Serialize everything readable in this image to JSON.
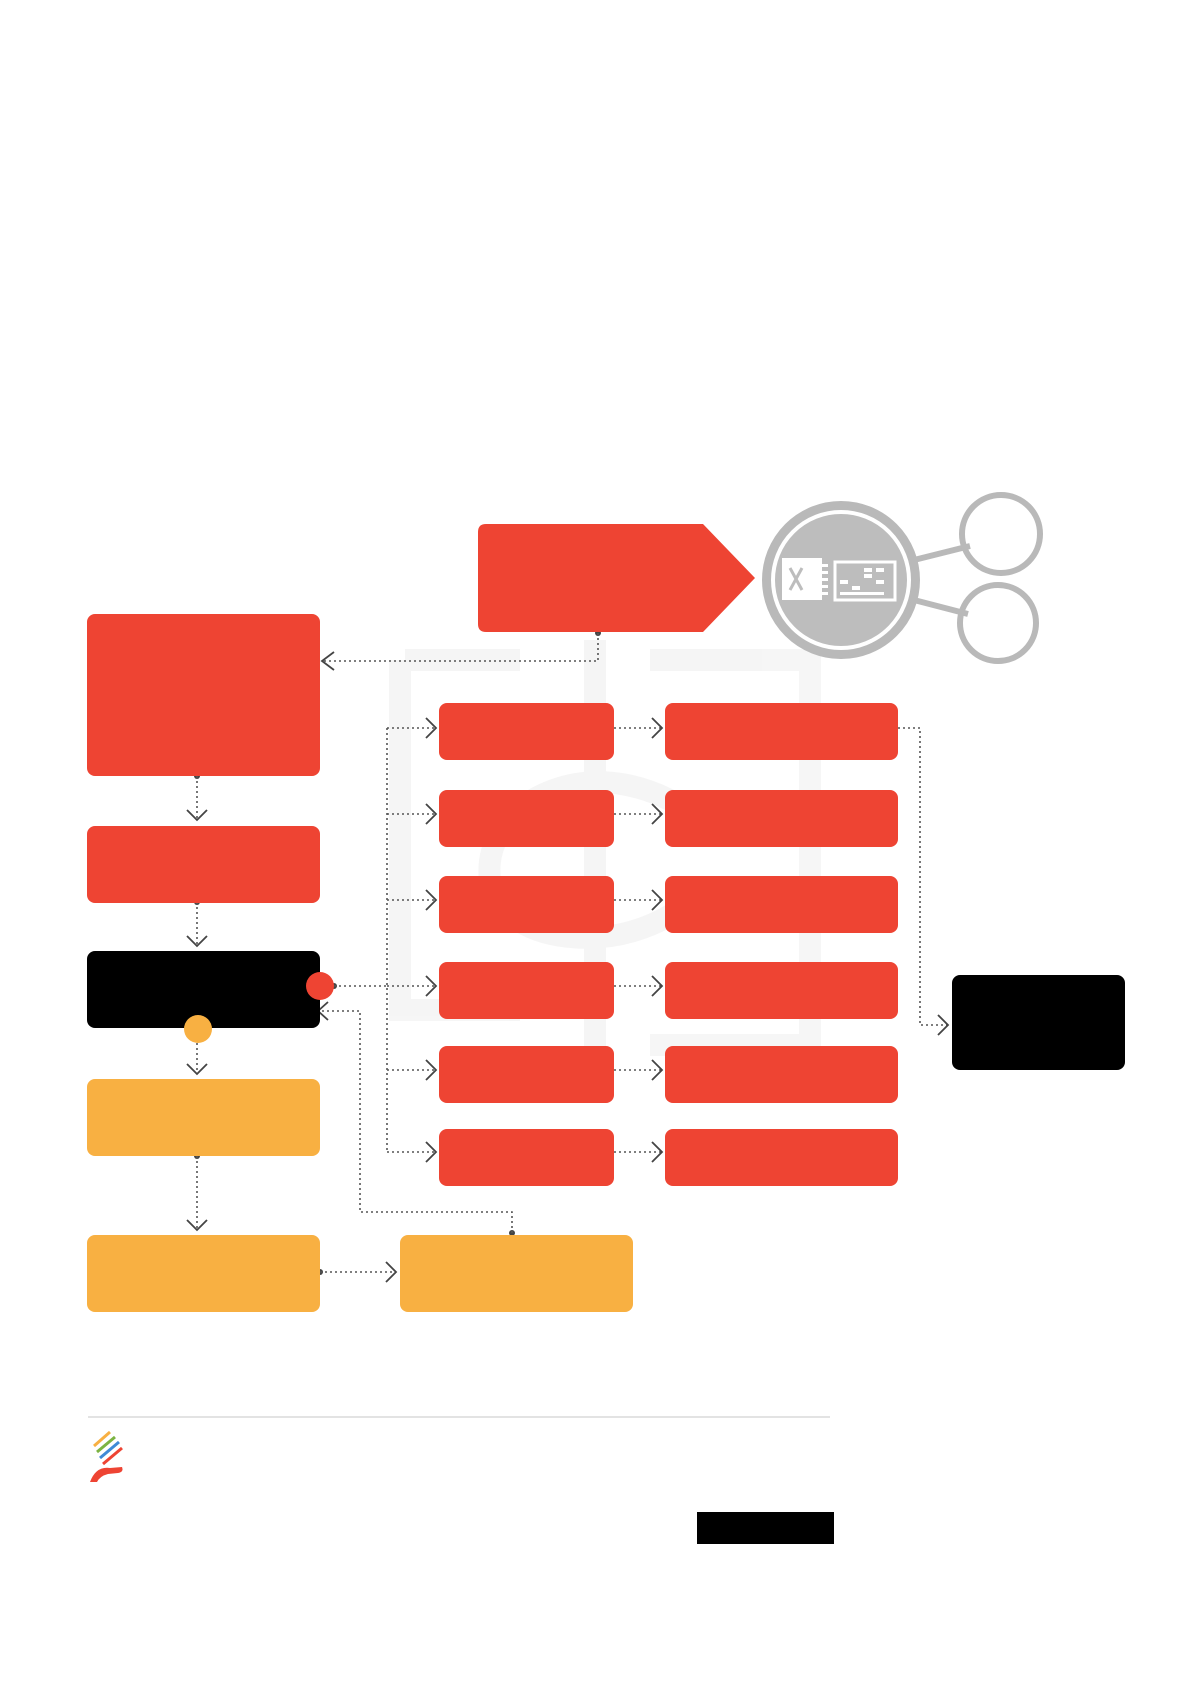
{
  "diagram": {
    "palette": {
      "primary_red": "#ee4433",
      "accent_yellow": "#f8b042",
      "dark": "#000000",
      "icon_gray": "#b9b9b9",
      "connector": "#555555"
    },
    "icons": {
      "excel_badge": "spreadsheet-excel-icon",
      "footer_logo": "brand-hand-logo-icon"
    },
    "nodes": [
      "source-tag",
      "main-process",
      "process-step-2",
      "decision-black",
      "yellow-step-1",
      "yellow-step-2",
      "yellow-step-3",
      "grid-left-1",
      "grid-left-2",
      "grid-left-3",
      "grid-left-4",
      "grid-left-5",
      "grid-left-6",
      "grid-right-1",
      "grid-right-2",
      "grid-right-3",
      "grid-right-4",
      "grid-right-5",
      "grid-right-6",
      "output-black"
    ]
  }
}
